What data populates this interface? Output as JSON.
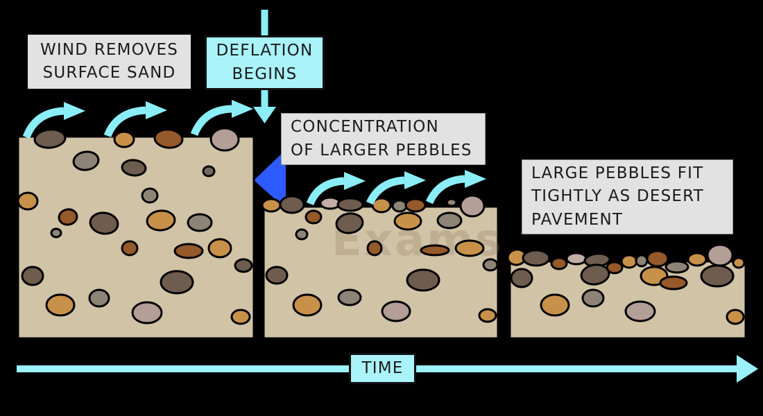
{
  "labels": {
    "wind": {
      "line1": "WIND REMOVES",
      "line2": "SURFACE SAND"
    },
    "deflation": {
      "line1": "DEFLATION",
      "line2": "BEGINS"
    },
    "concentration": {
      "line1": "CONCENTRATION",
      "line2": "OF LARGER PEBBLES"
    },
    "pavement": {
      "line1": "LARGE PEBBLES FIT",
      "line2": "TIGHTLY AS DESERT",
      "line3": "PAVEMENT"
    },
    "time": {
      "label": "TIME"
    }
  },
  "watermark": {
    "text": "Exams"
  },
  "colors": {
    "background": "#000000",
    "sand": "#d1c3a6",
    "outline": "#000000",
    "arrow_cyan": "#8beef7",
    "box_cyan": "#a9f3f9",
    "label_gray": "#e2e2e2",
    "blue_arrow": "#2e5bff",
    "text": "#1b1b1b"
  },
  "icons": {
    "wind_arrow": "curved-cyan-arrow",
    "deflation_arrow": "down-cyan-arrow",
    "transition_arrow": "blue-diagonal-arrow",
    "time_arrow": "right-cyan-arrow"
  }
}
